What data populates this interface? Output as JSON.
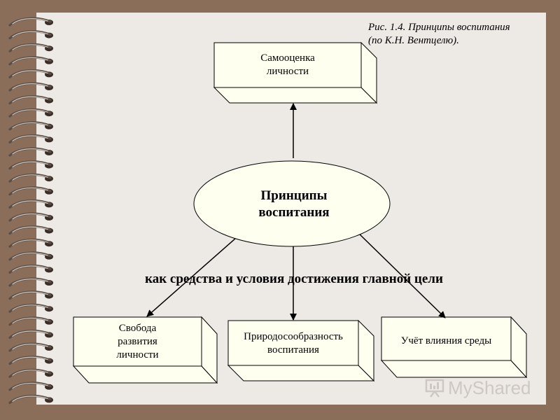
{
  "caption": {
    "line1": "Рис. 1.4. Принципы воспитания",
    "line2": "(по К.Н. Вентцелю)."
  },
  "center": {
    "line1": "Принципы",
    "line2": "воспитания"
  },
  "subtitle": "как средства и условия достижения главной цели",
  "boxes": {
    "top": {
      "lines": [
        "Самооценка",
        "личности"
      ]
    },
    "bottom_left": {
      "lines": [
        "Свобода",
        "развития",
        "личности"
      ]
    },
    "bottom_middle": {
      "lines": [
        "Природосообразность",
        "воспитания"
      ]
    },
    "bottom_right": {
      "lines": [
        "Учёт влияния среды"
      ]
    }
  },
  "watermark": {
    "text": "MyShared"
  },
  "colors": {
    "background": "#8a6e5a",
    "page": "#ede9e4",
    "box_face": "#fffff0",
    "outline": "#000000"
  }
}
